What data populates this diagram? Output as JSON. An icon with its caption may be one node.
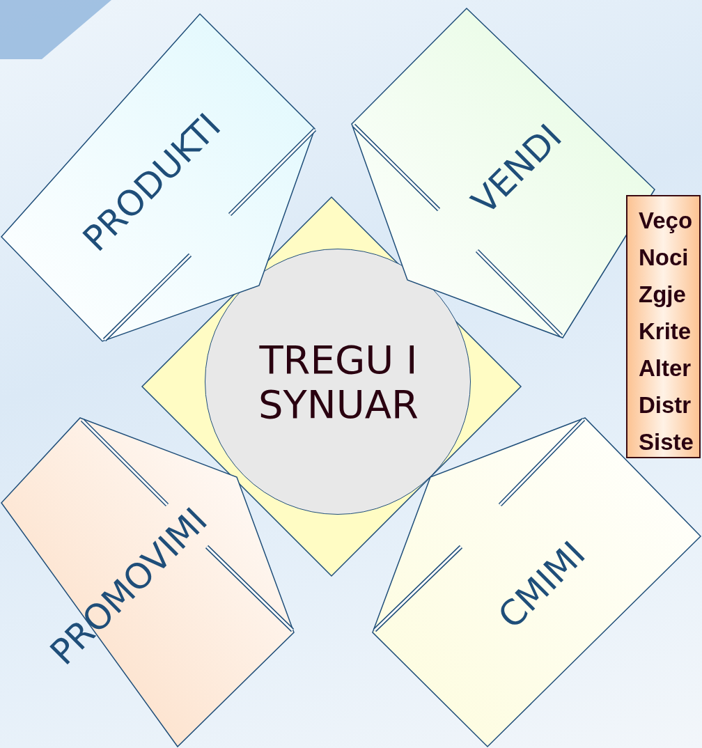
{
  "diagram": {
    "nodes": [
      {
        "text": [
          "PRODUKTI"
        ]
      },
      {
        "text": [
          "VENDI"
        ]
      },
      {
        "text": [],
        "shape": "diamond"
      },
      {
        "text": [
          "TREGU I SYNUAR"
        ],
        "in": 2
      },
      {
        "text": [
          "Veço",
          "Noci",
          "Zgje",
          "Krite",
          "Alter",
          "Distr",
          "Siste"
        ]
      },
      {
        "text": [
          "PROMOVIMI"
        ]
      },
      {
        "text": [
          "CMIMI"
        ]
      }
    ]
  }
}
